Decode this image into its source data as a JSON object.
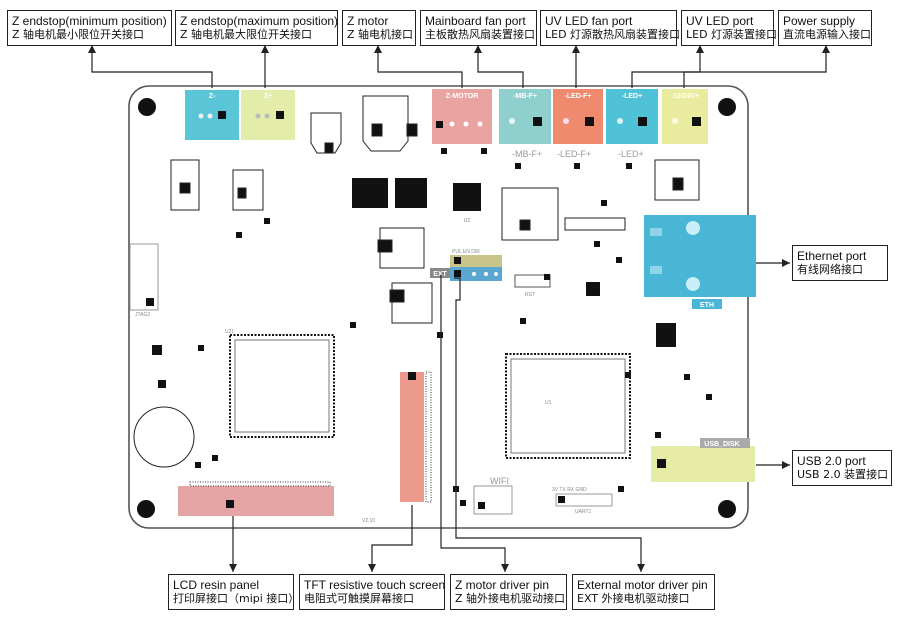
{
  "callouts": {
    "z_min": {
      "en": "Z endstop(minimum position)",
      "zh": "Z 轴电机最小限位开关接口"
    },
    "z_max": {
      "en": "Z endstop(maximum position)",
      "zh": "Z 轴电机最大限位开关接口"
    },
    "z_motor": {
      "en": "Z motor",
      "zh": "Z 轴电机接口"
    },
    "mb_fan": {
      "en": "Mainboard fan port",
      "zh": "主板散热风扇装置接口"
    },
    "uv_fan": {
      "en": "UV LED fan port",
      "zh": "LED 灯源散热风扇装置接口"
    },
    "uv_led": {
      "en": "UV LED port",
      "zh": "LED 灯源装置接口"
    },
    "power": {
      "en": "Power supply",
      "zh": "直流电源输入接口"
    },
    "ethernet": {
      "en": "Ethernet port",
      "zh": "有线网络接口"
    },
    "usb": {
      "en": "USB 2.0 port",
      "zh": "USB 2.0 装置接口"
    },
    "lcd": {
      "en": "LCD resin panel",
      "zh": "打印屏接口（mipi 接口）"
    },
    "tft": {
      "en": "TFT resistive touch screen",
      "zh": "电阻式可触摸屏幕接口"
    },
    "z_driver": {
      "en": "Z motor driver pin",
      "zh": "Z 轴外接电机驱动接口"
    },
    "ext_driver": {
      "en": "External motor driver pin",
      "zh": "EXT 外接电机驱动接口"
    }
  },
  "board_labels": {
    "z_minus": "Z-",
    "z_plus": "Z+",
    "z_motor": "Z-MOTOR",
    "mb_fan": "-MB-F+",
    "led_fan": "-LED-F+",
    "led": "-LED+",
    "power": "-12/24V+",
    "mb_silk": "-MB-F+",
    "ledf_silk": "-LED-F+",
    "led_silk": "-LED+",
    "eth": "ETH",
    "usb": "USB_DISK",
    "wifi": "WIFI",
    "uart": "UART1",
    "ext": "EXT",
    "jtag": "JTAG2",
    "rst": "RST",
    "version": "V2.10",
    "u1": "U1",
    "u2": "U2",
    "u21": "U21",
    "pul_en_dir": "PUL EN DIR",
    "uart_pins": "3V  TX  RX  GND",
    "gnd": "GND"
  },
  "colors": {
    "board": "#ffffff",
    "endstop_blue": "#5bc5d8",
    "endstop_yellow": "#e3eca9",
    "motor_pink": "#e9a3a1",
    "mb_fan_teal": "#8fd0cf",
    "led_fan_orange": "#ef8a6f",
    "led_blue": "#4fc2d8",
    "power_yellow": "#e9ec9e",
    "eth_blue": "#4ab6d6",
    "usb_yellow": "#e6eca6",
    "fpc_pink": "#eb9a8c",
    "lcd_pink": "#e5a5a5",
    "header_yellow": "#c9c48a",
    "header_blue": "#5aa8d2"
  }
}
